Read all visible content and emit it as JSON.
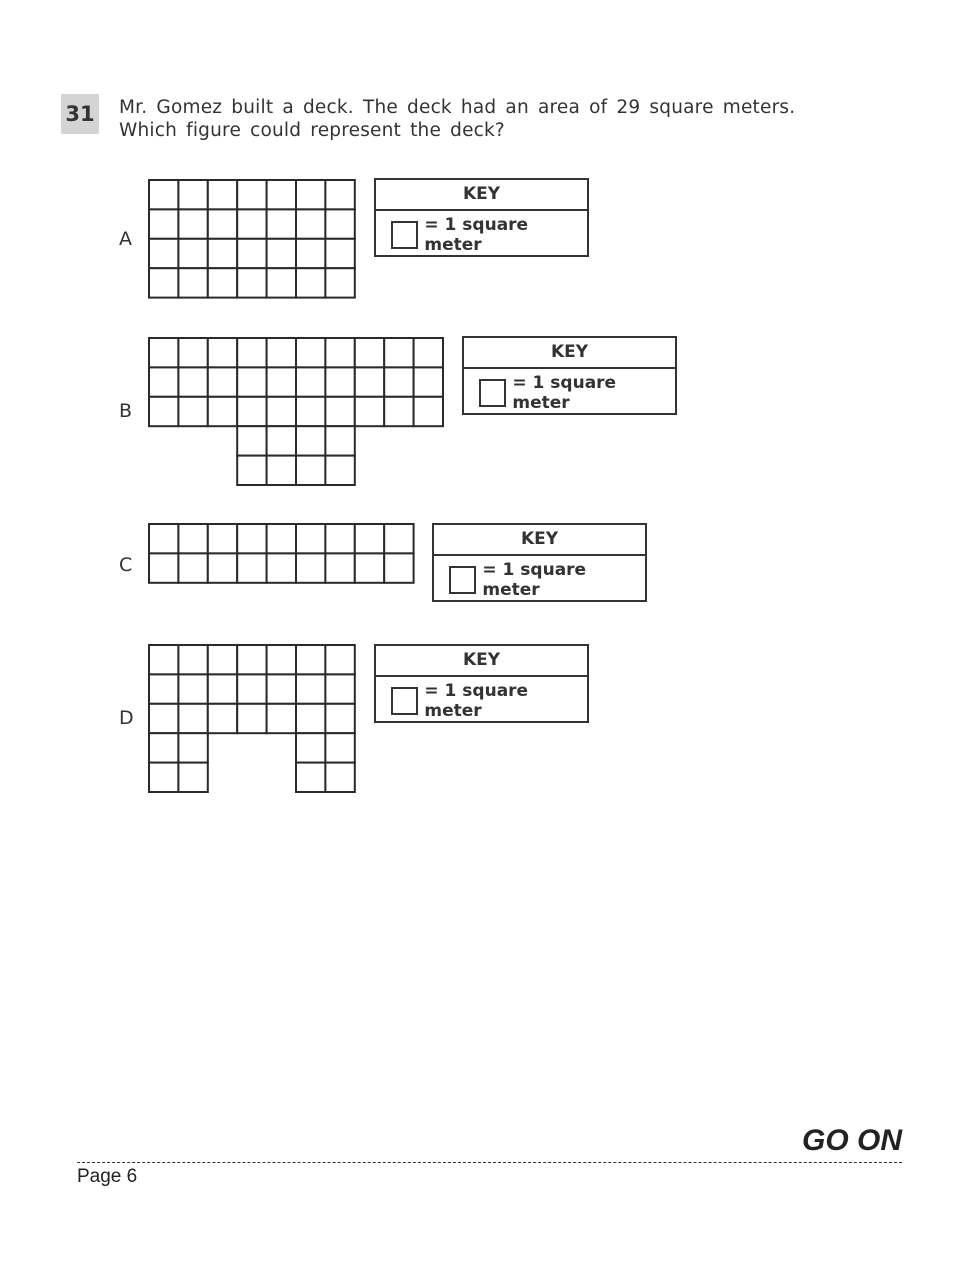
{
  "question": {
    "number": "31",
    "text": "Mr. Gomez built a deck. The deck had an area of 29 square meters. Which figure could represent the deck?"
  },
  "options": [
    {
      "letter": "A",
      "rows": [
        "1111111",
        "1111111",
        "1111111",
        "1111111"
      ],
      "key": {
        "title": "KEY",
        "legend": "= 1 square meter"
      }
    },
    {
      "letter": "B",
      "rows": [
        "1111111111",
        "1111111111",
        "1111111111",
        "0001111000",
        "0001111000"
      ],
      "key": {
        "title": "KEY",
        "legend": "= 1 square meter"
      }
    },
    {
      "letter": "C",
      "rows": [
        "111111111",
        "111111111"
      ],
      "key": {
        "title": "KEY",
        "legend": "= 1 square meter"
      }
    },
    {
      "letter": "D",
      "rows": [
        "1111111",
        "1111111",
        "1111111",
        "1100011",
        "1100011"
      ],
      "key": {
        "title": "KEY",
        "legend": "= 1 square meter"
      }
    }
  ],
  "footer": {
    "go_on": "GO ON",
    "page": "Page 6"
  }
}
